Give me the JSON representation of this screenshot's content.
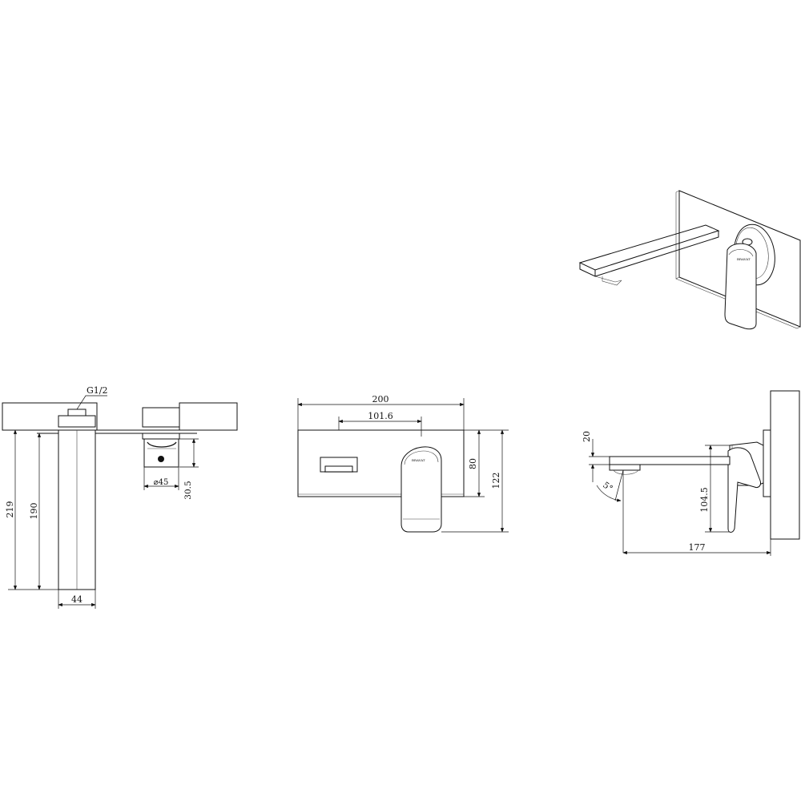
{
  "drawing": {
    "thread_label": "G1/2",
    "side_view": {
      "dim_total_height": "219",
      "dim_body_height": "190",
      "dim_body_width": "44",
      "dim_diameter": "⌀45",
      "dim_depth": "30.5"
    },
    "front_view": {
      "dim_plate_width": "200",
      "dim_spout_offset": "101.6",
      "dim_plate_height": "80",
      "dim_total_height": "122",
      "brand_mark": "BRAVAT"
    },
    "profile_view": {
      "dim_spout_thickness": "20",
      "dim_angle": "5°",
      "dim_height": "104.5",
      "dim_projection": "177"
    }
  }
}
